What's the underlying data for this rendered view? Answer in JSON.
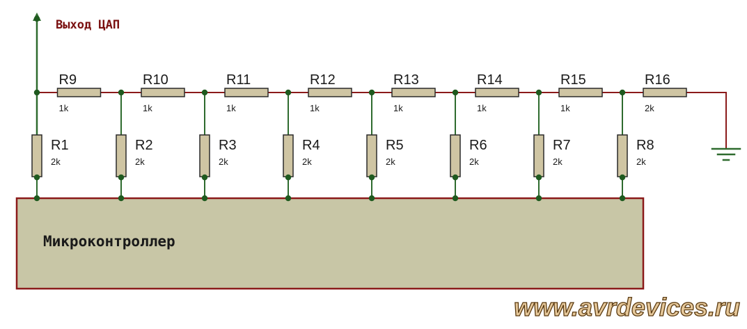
{
  "output_label": "Выход ЦАП",
  "mcu_label": "Микроконтроллер",
  "watermark": "www.avrdevices.ru",
  "series_resistors": [
    {
      "name": "R9",
      "value": "1k"
    },
    {
      "name": "R10",
      "value": "1k"
    },
    {
      "name": "R11",
      "value": "1k"
    },
    {
      "name": "R12",
      "value": "1k"
    },
    {
      "name": "R13",
      "value": "1k"
    },
    {
      "name": "R14",
      "value": "1k"
    },
    {
      "name": "R15",
      "value": "1k"
    },
    {
      "name": "R16",
      "value": "2k"
    }
  ],
  "shunt_resistors": [
    {
      "name": "R1",
      "value": "2k"
    },
    {
      "name": "R2",
      "value": "2k"
    },
    {
      "name": "R3",
      "value": "2k"
    },
    {
      "name": "R4",
      "value": "2k"
    },
    {
      "name": "R5",
      "value": "2k"
    },
    {
      "name": "R6",
      "value": "2k"
    },
    {
      "name": "R7",
      "value": "2k"
    },
    {
      "name": "R8",
      "value": "2k"
    }
  ],
  "colors": {
    "wire": "#8b1a1a",
    "rail": "#2e6b2e",
    "node": "#1f5a1f",
    "resistor_fill": "#cfc5a3",
    "resistor_stroke": "#2a2a2a",
    "label_text": "#1a1a1a",
    "output_text": "#7a1010",
    "mcu_fill": "#c8c6a6",
    "mcu_stroke": "#8b1a1a",
    "watermark_fill": "#e6c89a",
    "watermark_stroke": "#5a3a10"
  }
}
